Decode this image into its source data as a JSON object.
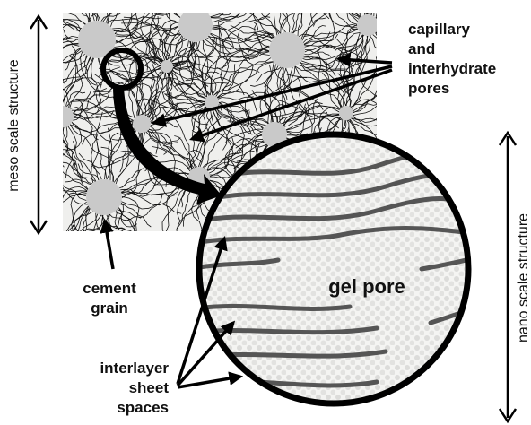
{
  "labels": {
    "meso_scale": "meso scale structure",
    "nano_scale": "nano scale structure",
    "capillary_line1": "capillary",
    "capillary_line2": "and",
    "capillary_line3": "interhydrate",
    "capillary_line4": "pores",
    "cement_line1": "cement",
    "cement_line2": "grain",
    "gel_pore": "gel pore",
    "interlayer_line1": "interlayer",
    "interlayer_line2": "sheet",
    "interlayer_line3": "spaces"
  },
  "colors": {
    "background": "#ffffff",
    "meso_background": "#efefed",
    "cement_grain": "#c9c9c9",
    "hydrate_fibers": "#111111",
    "nano_background": "#f4f4f2",
    "nano_dots": "#dcdcda",
    "sheets": "#555555",
    "outline": "#000000"
  },
  "icons": [
    "double-headed-arrow-icon",
    "pointer-arrow-icon",
    "magnify-circle-icon",
    "curved-arrow-icon"
  ]
}
